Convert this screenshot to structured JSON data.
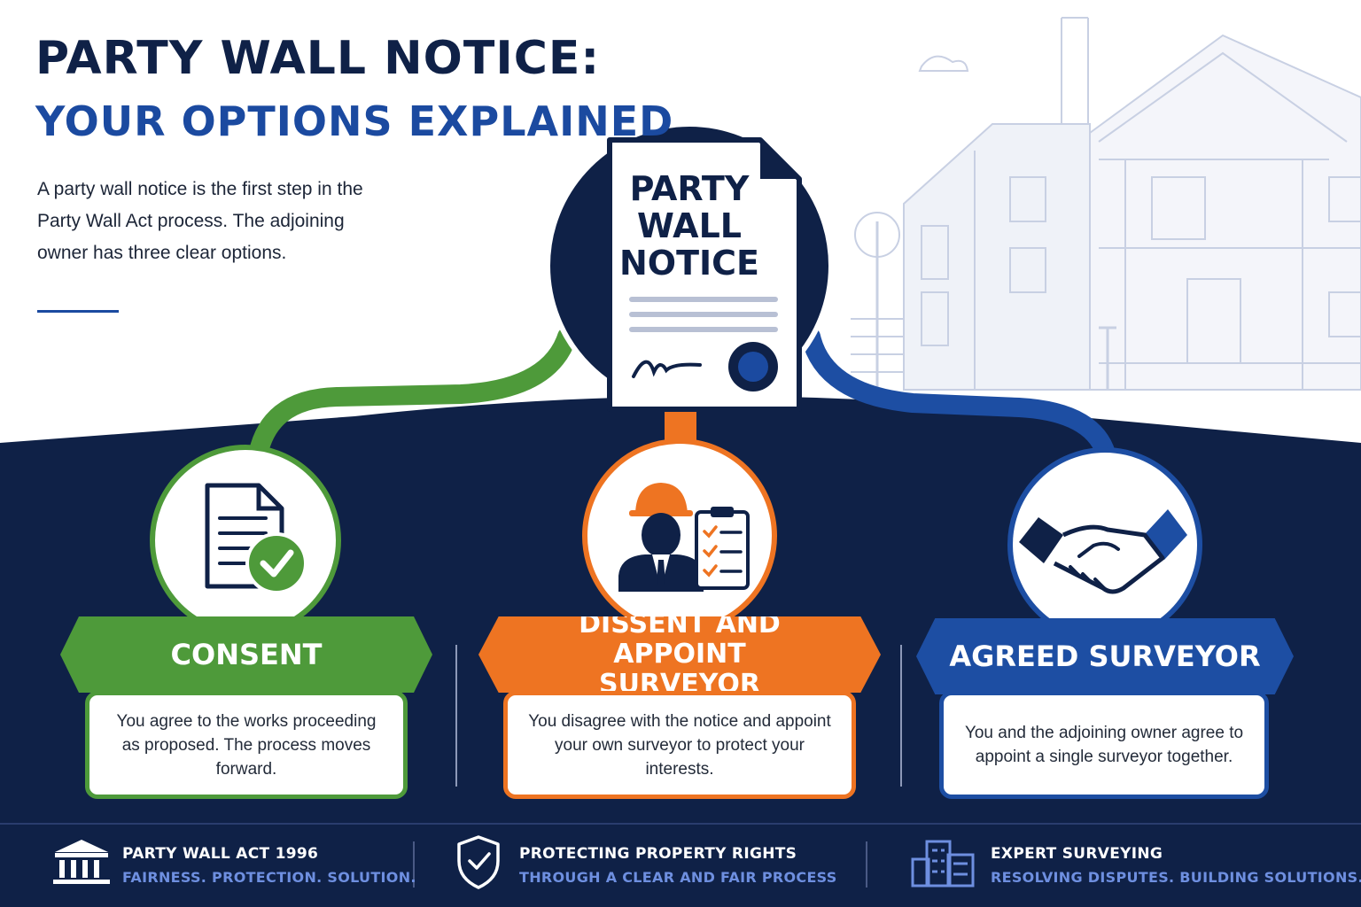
{
  "header": {
    "title_line1": "PARTY WALL NOTICE:",
    "title_line2": "YOUR OPTIONS EXPLAINED",
    "intro": "A party wall notice is the first step in the Party Wall Act process. The adjoining owner has three clear options."
  },
  "notice": {
    "title": "PARTY WALL NOTICE"
  },
  "options": [
    {
      "title": "CONSENT",
      "description": "You agree to the works proceeding as proposed. The process moves forward.",
      "color": "#4e9a3a",
      "icon": "document-check-icon"
    },
    {
      "title": "DISSENT AND APPOINT SURVEYOR",
      "description": "You disagree with the notice and appoint your own surveyor to protect your interests.",
      "color": "#ee7422",
      "icon": "surveyor-clipboard-icon"
    },
    {
      "title": "AGREED SURVEYOR",
      "description": "You and the adjoining owner agree to appoint a single surveyor together.",
      "color": "#1d4ea3",
      "icon": "handshake-icon"
    }
  ],
  "footer": [
    {
      "title": "PARTY WALL ACT 1996",
      "subtitle": "FAIRNESS. PROTECTION. SOLUTION.",
      "icon": "courthouse-icon"
    },
    {
      "title": "PROTECTING PROPERTY RIGHTS",
      "subtitle": "THROUGH A CLEAR AND FAIR PROCESS",
      "icon": "shield-check-icon"
    },
    {
      "title": "EXPERT SURVEYING",
      "subtitle": "RESOLVING DISPUTES. BUILDING SOLUTIONS.",
      "icon": "buildings-icon"
    }
  ],
  "colors": {
    "navy": "#0f2147",
    "blue": "#1b4aa0",
    "green": "#4e9a3a",
    "orange": "#ee7422",
    "footer_accent": "#6e8fe0"
  }
}
